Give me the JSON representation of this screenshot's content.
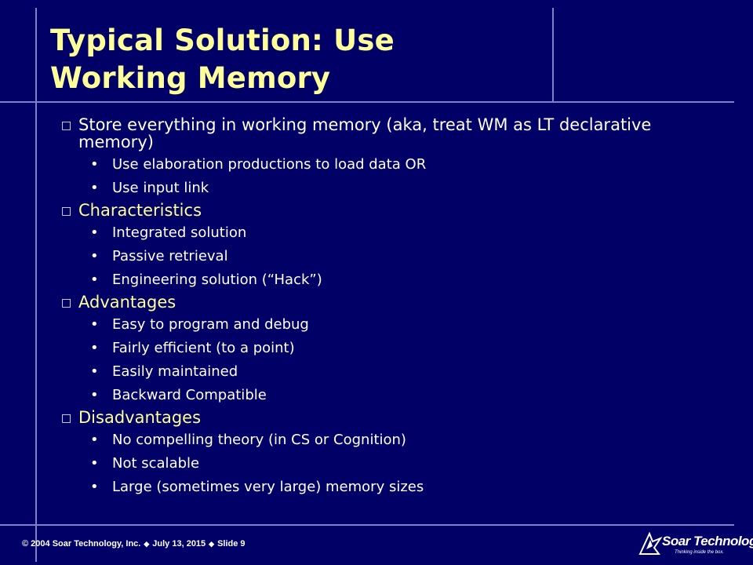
{
  "slide": {
    "title": "Typical Solution: Use Working Memory",
    "sections": [
      {
        "label": "Store everything in working memory (aka, treat WM as LT declarative memory)",
        "color": "#ffffff",
        "items": [
          "Use elaboration productions to load data OR",
          "Use input link"
        ]
      },
      {
        "label": "Characteristics",
        "color": "#ffff99",
        "items": [
          "Integrated solution",
          "Passive retrieval",
          "Engineering solution (“Hack”)"
        ]
      },
      {
        "label": "Advantages",
        "color": "#ffff99",
        "items": [
          "Easy to program and debug",
          "Fairly efficient (to a point)",
          "Easily maintained",
          "Backward Compatible"
        ]
      },
      {
        "label": "Disadvantages",
        "color": "#ffff99",
        "items": [
          "No compelling theory (in CS or Cognition)",
          "Not scalable",
          "Large (sometimes very large) memory sizes"
        ]
      }
    ]
  },
  "footer": {
    "copyright": "© 2004 Soar Technology, Inc.",
    "date": "July 13, 2015",
    "slide_label": "Slide 9"
  },
  "logo": {
    "name": "Soar Technology",
    "tagline": "Thinking inside the box.",
    "icon": "soar-logo-icon"
  },
  "colors": {
    "background": "#000066",
    "title": "#ffff99",
    "rule": "#8080c8",
    "text": "#ffffff"
  }
}
